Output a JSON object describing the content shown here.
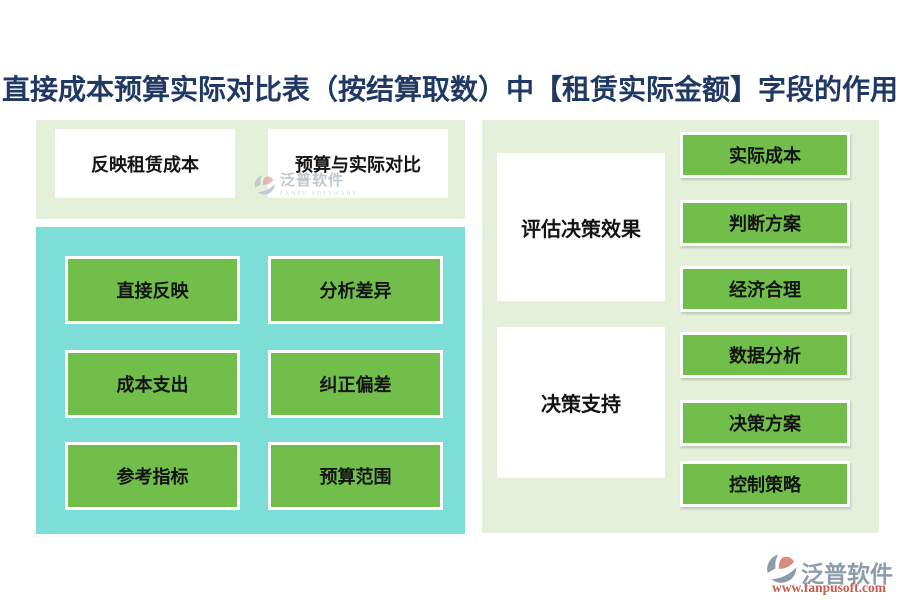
{
  "title": "直接成本预算实际对比表（按结算取数）中【租赁实际金额】字段的作用",
  "colors": {
    "title_navy": "#1F3864",
    "panel_green": "#E4F0DA",
    "panel_teal": "#7DDED8",
    "button_green": "#72BE4A",
    "text_black": "#141414",
    "logo_slate": "#8D9CAB",
    "logo_red": "#D0574B"
  },
  "left_section": {
    "top_labels": [
      "反映租赁成本",
      "预算与实际对比"
    ],
    "buttons": [
      "直接反映",
      "分析差异",
      "成本支出",
      "纠正偏差",
      "参考指标",
      "预算范围"
    ]
  },
  "right_section": {
    "groups": [
      {
        "label": "评估决策效果",
        "buttons": [
          "实际成本",
          "判断方案",
          "经济合理"
        ]
      },
      {
        "label": "决策支持",
        "buttons": [
          "数据分析",
          "决策方案",
          "控制策略"
        ]
      }
    ]
  },
  "watermark": {
    "brand": "泛普软件",
    "subtitle": "FANPU SOFTWARE"
  },
  "footer": {
    "brand": "泛普软件",
    "url": "www.fanpusoft.com"
  }
}
